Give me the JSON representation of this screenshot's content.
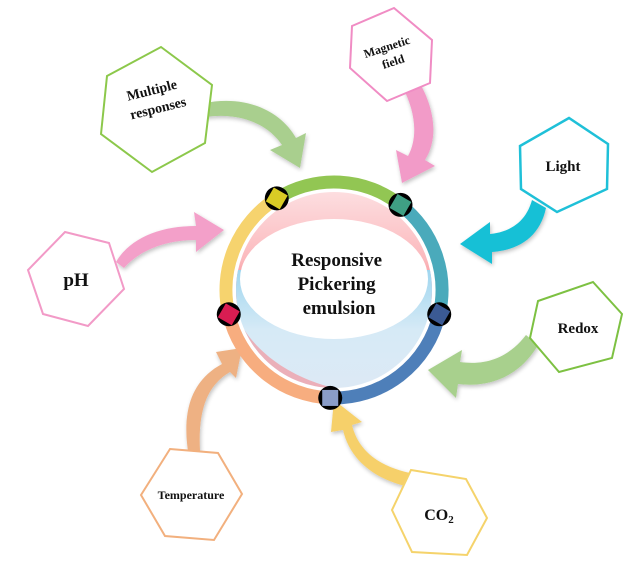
{
  "center": {
    "lines": [
      "Responsive",
      "Pickering",
      "emulsion"
    ]
  },
  "stimuli": [
    {
      "id": "multiple-responses",
      "lines": [
        "Multiple",
        "responses"
      ],
      "color": "#8cc84b",
      "arrow_color": "#a9cf8e"
    },
    {
      "id": "magnetic-field",
      "lines": [
        "Magnetic",
        "field"
      ],
      "color": "#f08cc4",
      "arrow_color": "#f29bc8"
    },
    {
      "id": "light",
      "lines": [
        "Light"
      ],
      "color": "#1fc0d8",
      "arrow_color": "#18c0d6"
    },
    {
      "id": "redox",
      "lines": [
        "Redox"
      ],
      "color": "#7dc142",
      "arrow_color": "#a8d08d"
    },
    {
      "id": "co2",
      "lines": [
        "CO",
        "2"
      ],
      "color": "#f5d36b",
      "arrow_color": "#f6d06a"
    },
    {
      "id": "temperature",
      "lines": [
        "Temperature"
      ],
      "color": "#f2b07e",
      "arrow_color": "#eeb183"
    },
    {
      "id": "ph",
      "lines": [
        "pH"
      ],
      "color": "#f29ac7",
      "arrow_color": "#f3a0c9"
    }
  ],
  "ring_segments": [
    {
      "name": "green",
      "color": "#92c653"
    },
    {
      "name": "teal",
      "color": "#4aaabb"
    },
    {
      "name": "blue",
      "color": "#4e7fb9"
    },
    {
      "name": "orange",
      "color": "#f7ad7f"
    },
    {
      "name": "yellow",
      "color": "#f6d36e"
    }
  ],
  "nodes": [
    {
      "name": "yellow-node",
      "color": "#d9cb25"
    },
    {
      "name": "green-node",
      "color": "#3f9f84"
    },
    {
      "name": "navy-node",
      "color": "#3b5a94"
    },
    {
      "name": "lavender-node",
      "color": "#8a9dc8"
    },
    {
      "name": "crimson-node",
      "color": "#d81d52"
    }
  ]
}
